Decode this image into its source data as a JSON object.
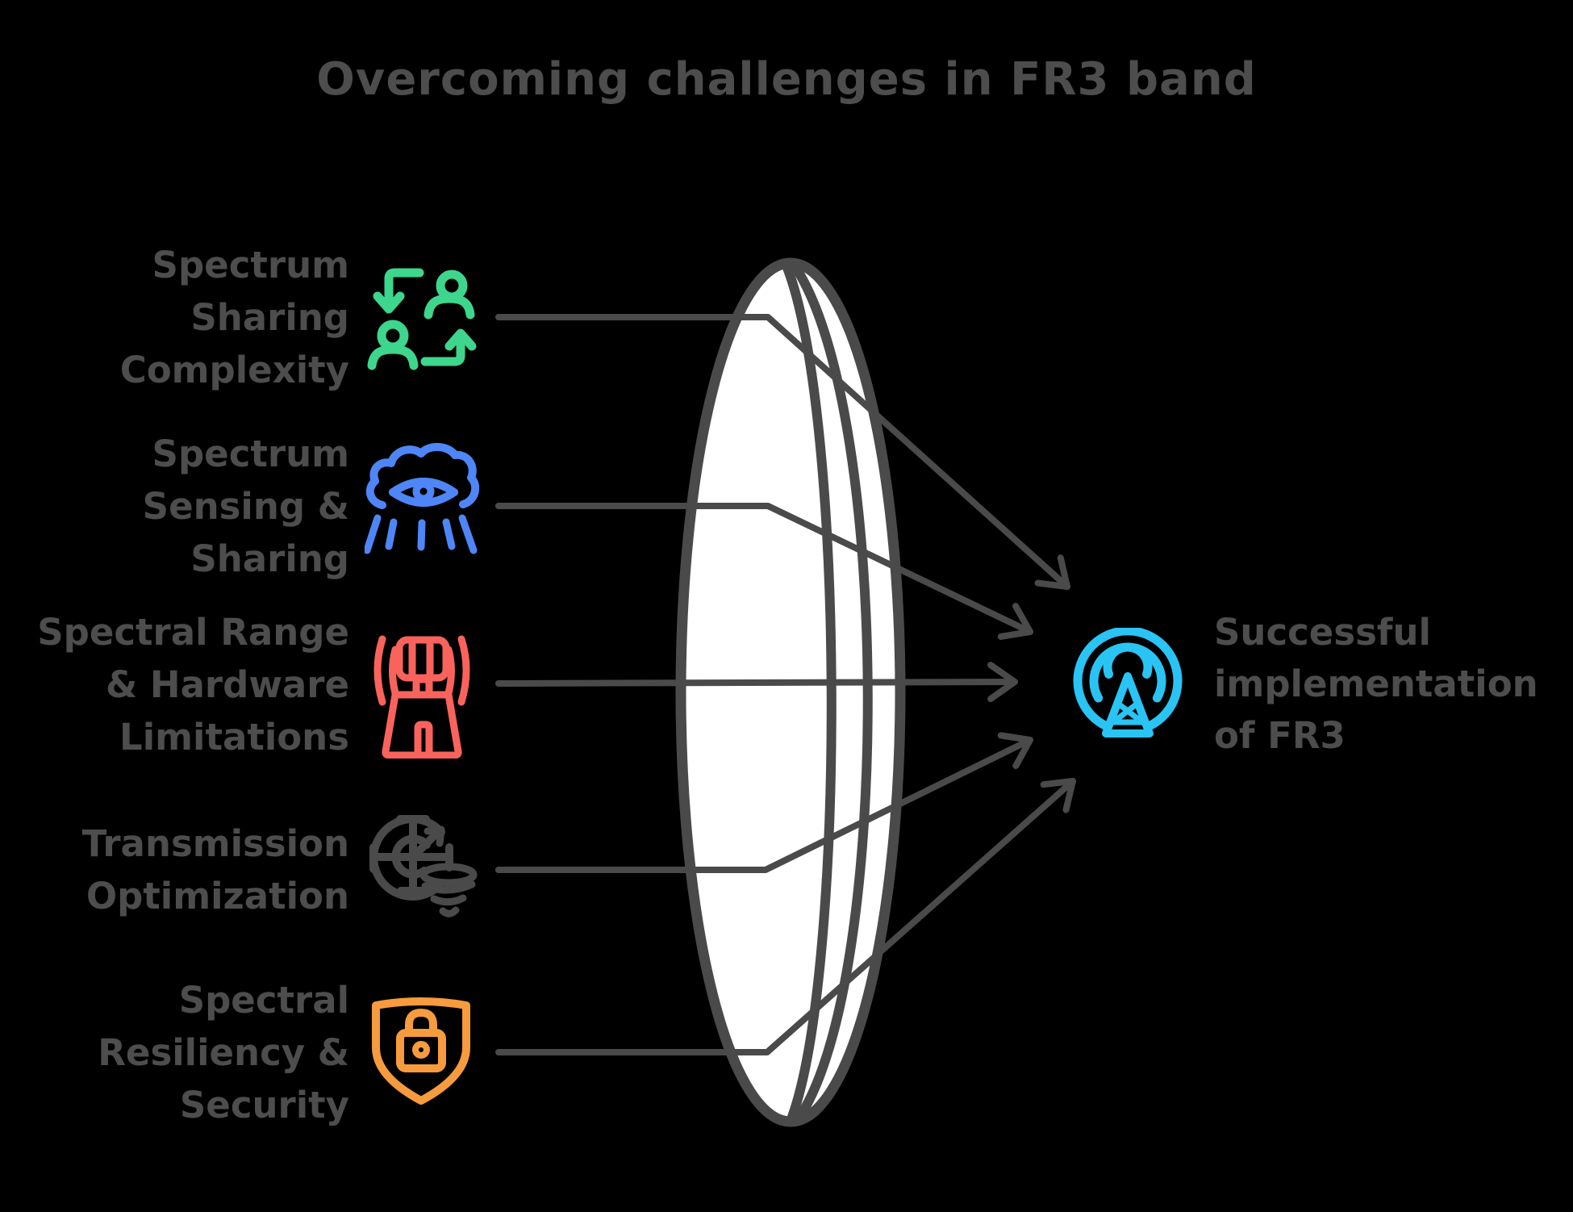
{
  "title": "Overcoming challenges in FR3 band",
  "colors": {
    "background": "#000000",
    "text": "#4d4d4d",
    "stroke": "#4a4a4a",
    "lens_fill": "#ffffff",
    "green": "#3dd68c",
    "blue": "#4e86f7",
    "red": "#f9635c",
    "gray": "#4a4a4a",
    "orange": "#f69b3e",
    "cyan": "#2ac4f4"
  },
  "challenges": [
    {
      "label": "Spectrum Sharing Complexity",
      "lines": [
        "Spectrum",
        "Sharing",
        "Complexity"
      ],
      "icon": "people-exchange-icon",
      "color": "#3dd68c"
    },
    {
      "label": "Spectrum Sensing & Sharing",
      "lines": [
        "Spectrum",
        "Sensing &",
        "Sharing"
      ],
      "icon": "cloud-eye-icon",
      "color": "#4e86f7"
    },
    {
      "label": "Spectral Range & Hardware Limitations",
      "lines": [
        "Spectral Range",
        "& Hardware",
        "Limitations"
      ],
      "icon": "radio-tower-icon",
      "color": "#f9635c"
    },
    {
      "label": "Transmission Optimization",
      "lines": [
        "Transmission",
        "Optimization"
      ],
      "icon": "target-tornado-icon",
      "color": "#4a4a4a"
    },
    {
      "label": "Spectral Resiliency & Security",
      "lines": [
        "Spectral",
        "Resiliency &",
        "Security"
      ],
      "icon": "shield-lock-icon",
      "color": "#f69b3e"
    }
  ],
  "outcome": {
    "label": "Successful implementation of FR3",
    "lines": [
      "Successful",
      "implementation",
      "of FR3"
    ],
    "icon": "antenna-broadcast-icon",
    "color": "#2ac4f4"
  }
}
